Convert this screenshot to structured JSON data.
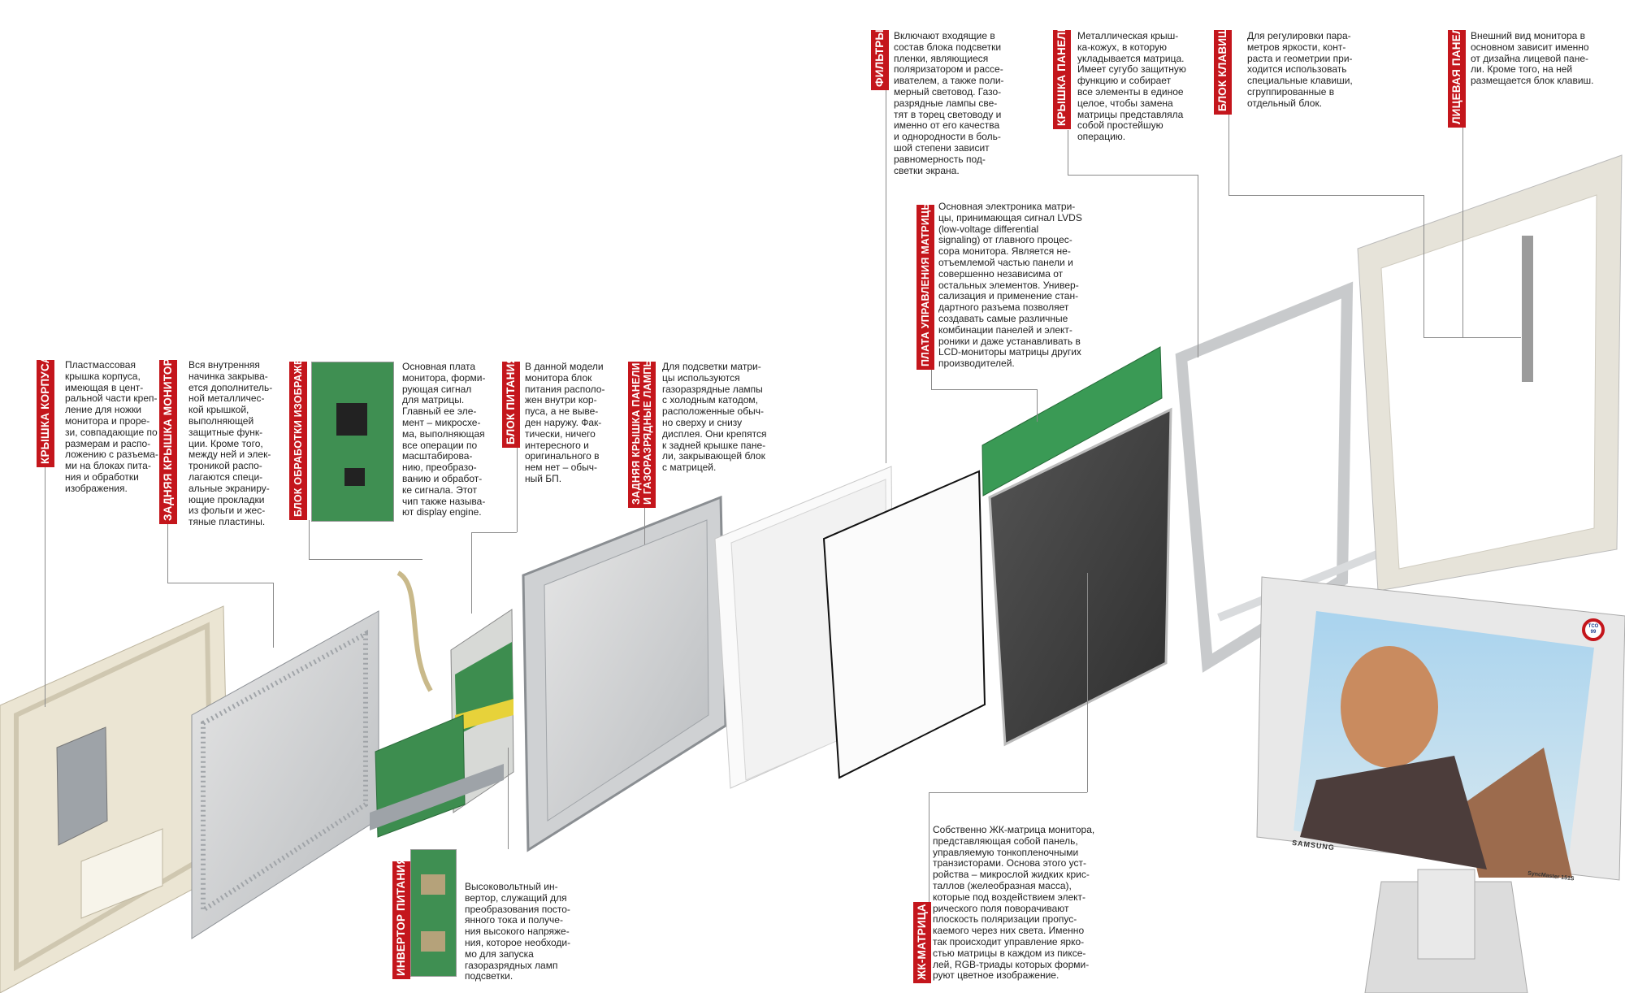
{
  "callouts": [
    {
      "label": "КРЫШКА КОРПУСА",
      "text": "Пластмассовая\nкрышка корпуса,\nимеющая в цент-\nральной части креп-\nление для ножки\nмонитора и проре-\nзи, совпадающие по\nразмерам и распо-\nложению с разъема-\nми на блоках пита-\nния и обработки\nизображения."
    },
    {
      "label": "ЗАДНЯЯ КРЫШКА МОНИТОРА",
      "text": "Вся внутренняя\nначинка закрыва-\nется дополнитель-\nной металличес-\nкой крышкой,\nвыполняющей\nзащитные функ-\nции. Кроме того,\nмежду ней и элек-\nтроникой распо-\nлагаются специ-\nальные экраниру-\nющие прокладки\nиз фольги и жес-\nтяные пластины."
    },
    {
      "label": "БЛОК ОБРАБОТКИ ИЗОБРАЖЕНИЯ",
      "text": "Основная плата\nмонитора, форми-\nрующая сигнал\nдля матрицы.\nГлавный ее эле-\nмент – микросхе-\nма, выполняющая\nвсе операции по\nмасштабирова-\nнию, преобразо-\nванию и обработ-\nке сигнала. Этот\nчип также называ-\nют display engine."
    },
    {
      "label": "БЛОК ПИТАНИЯ",
      "text": "В данной модели\nмонитора блок\nпитания располо-\nжен внутри кор-\nпуса, а не выве-\nден наружу. Фак-\nтически, ничего\nинтересного и\nоригинального в\nнем нет – обыч-\nный БП."
    },
    {
      "label": "ЗАДНЯЯ КРЫШКА ПАНЕЛИ\nИ ГАЗОРАЗРЯДНЫЕ ЛАМПЫ",
      "text": "Для подсветки матри-\nцы используются\nгазоразрядные лампы\nс холодным катодом,\nрасположенные обыч-\nно сверху и снизу\nдисплея. Они крепятся\nк задней крышке пане-\nли, закрывающей блок\nс матрицей."
    },
    {
      "label": "ФИЛЬТРЫ",
      "text": "Включают входящие в\nсостав блока подсветки\nпленки, являющиеся\nполяризатором и рассе-\nивателем, а также поли-\nмерный световод. Газо-\nразрядные лампы све-\nтят в торец световоду и\nименно от его качества\nи однородности в боль-\nшой степени зависит\nравномерность под-\nсветки экрана."
    },
    {
      "label": "КРЫШКА ПАНЕЛИ",
      "text": "Металлическая крыш-\nка-кожух, в которую\nукладывается матрица.\nИмеет сугубо защитную\nфункцию и собирает\nвсе элементы в единое\nцелое, чтобы замена\nматрицы представляла\nсобой простейшую\nоперацию."
    },
    {
      "label": "БЛОК КЛАВИШ",
      "text": "Для регулировки пара-\nметров яркости, конт-\nраста и геометрии при-\nходится использовать\nспециальные клавиши,\nсгруппированные в\nотдельный блок."
    },
    {
      "label": "ЛИЦЕВАЯ ПАНЕЛЬ",
      "text": "Внешний вид монитора в\nосновном зависит именно\nот дизайна лицевой пане-\nли. Кроме того, на ней\nразмещается блок клавиш."
    },
    {
      "label": "ПЛАТА УПРАВЛЕНИЯ МАТРИЦЫ",
      "text": "Основная электроника матри-\nцы, принимающая сигнал LVDS\n(low-voltage differential\nsignaling) от главного процес-\nсора монитора. Является не-\nотъемлемой частью панели и\nсовершенно независима от\nостальных элементов. Универ-\nсализация и применение стан-\nдартного разъема позволяет\nсоздавать самые различные\nкомбинации панелей и элект-\nроники и даже устанавливать в\nLCD-мониторы матрицы других\nпроизводителей."
    },
    {
      "label": "ИНВЕРТОР ПИТАНИЯ",
      "text": "Высоковольтный ин-\nвертор, служащий для\nпреобразования посто-\nянного тока и получе-\nния высокого напряже-\nния, которое необходи-\nмо для запуска\nгазоразрядных ламп\nподсветки."
    },
    {
      "label": "ЖК-МАТРИЦА",
      "text": "Собственно ЖК-матрица монитора,\nпредставляющая собой панель,\nуправляемую тонкопленочными\nтранзисторами. Основа этого уст-\nройства – микрослой жидких крис-\nталлов (желеобразная масса),\nкоторые под воздействием элект-\nрического поля поворачивают\nплоскость поляризации пропус-\nкаемого через них света. Именно\nтак происходит управление ярко-\nстью матрицы в каждом из пиксе-\nлей, RGB-триады которых форми-\nруют цветное изображение."
    }
  ],
  "monitor": {
    "brand": "SAMSUNG",
    "model": "SyncMaster 151S",
    "badge": "TCO 99"
  },
  "colors": {
    "label_bg": "#c4161c",
    "leader": "#8a8a8a",
    "bezel": "#e4e4e0",
    "case": "#ebe5d3"
  }
}
